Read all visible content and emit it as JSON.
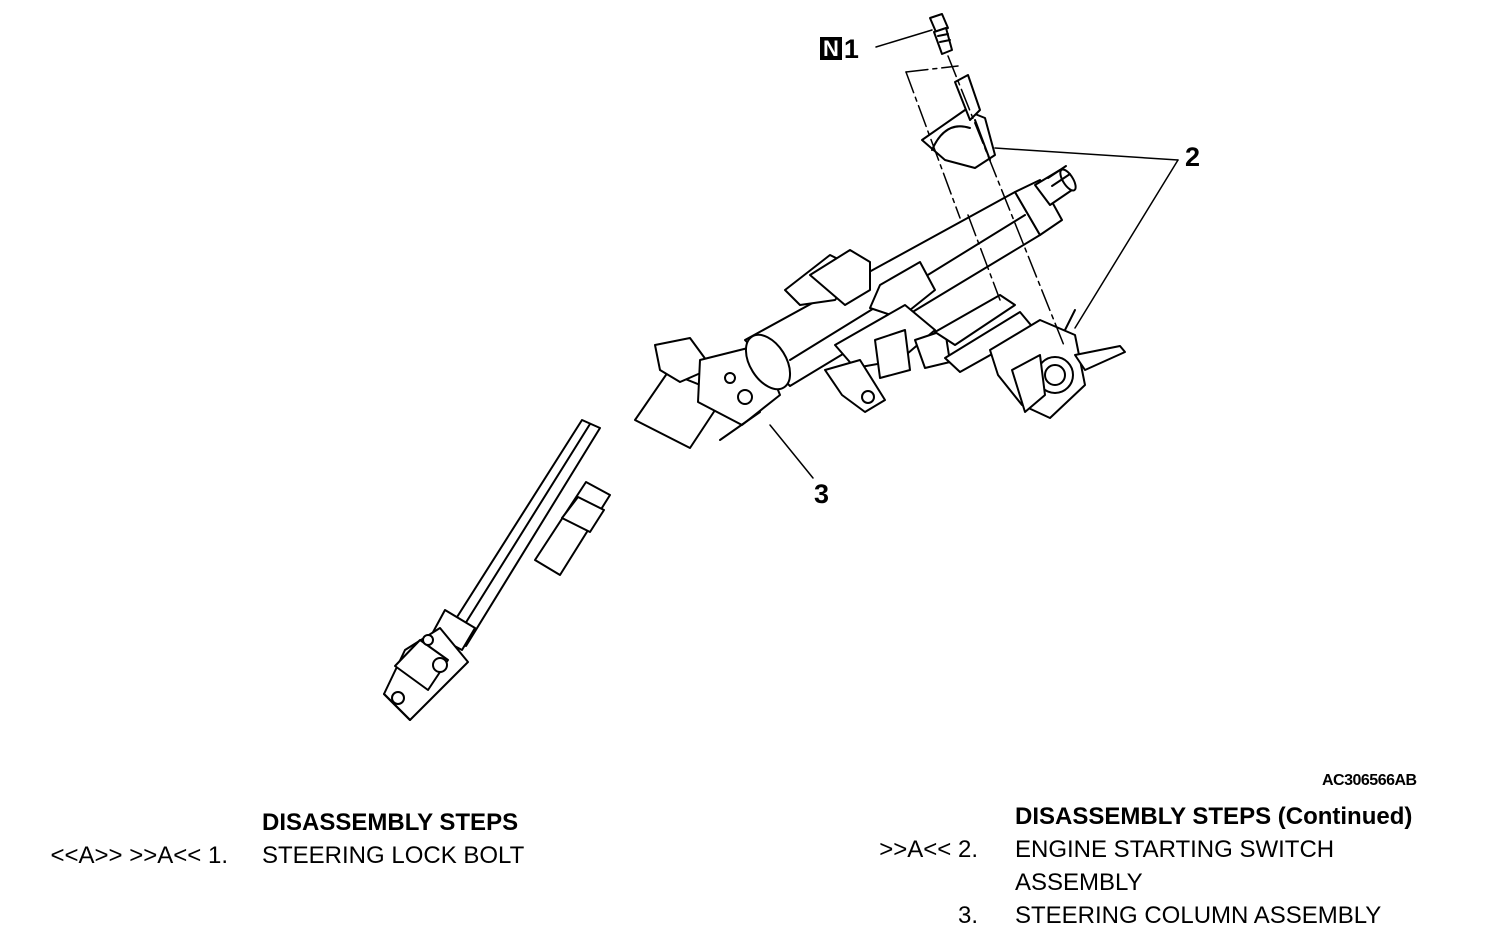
{
  "callouts": {
    "part1": {
      "badge": "N",
      "number": "1"
    },
    "part2": {
      "number": "2"
    },
    "part3": {
      "number": "3"
    }
  },
  "figure_id": "AC306566AB",
  "steps_left": {
    "heading": "DISASSEMBLY STEPS",
    "items": [
      {
        "ref": "<<A>> >>A<< 1.",
        "text": "STEERING LOCK BOLT"
      }
    ]
  },
  "steps_right": {
    "heading": "DISASSEMBLY STEPS (Continued)",
    "items": [
      {
        "ref": ">>A<< 2.",
        "text": "ENGINE STARTING SWITCH ASSEMBLY"
      },
      {
        "ref": "3.",
        "text": "STEERING COLUMN ASSEMBLY"
      }
    ]
  }
}
